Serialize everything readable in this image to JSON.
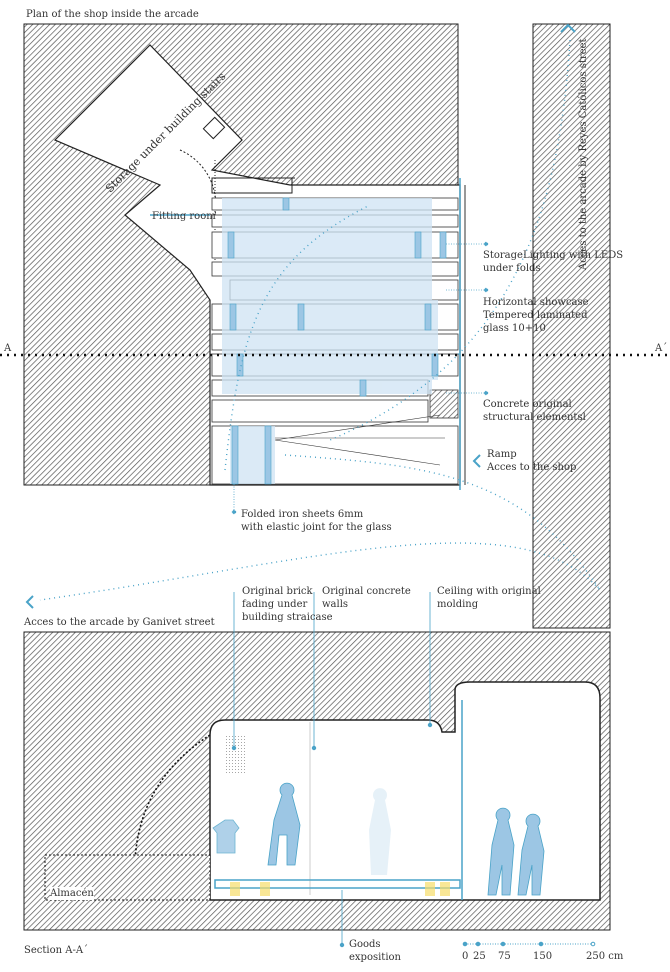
{
  "plan": {
    "title": "Plan of the shop inside the arcade",
    "storage_label": "Storage under building stairs",
    "fitting_room": "Fitting room",
    "street_right": "Acces to the arcade by Reyes Católicos street",
    "street_left": "Acces to the arcade by Ganivet street",
    "section_a": "A",
    "section_a2": "A´",
    "notes": [
      {
        "line1": "StorageLighting with LEDS",
        "line2": "under folds"
      },
      {
        "line1": "Horizontal showcase",
        "line2": "Tempered laminated",
        "line3": "glass 10+10"
      },
      {
        "line1": "Concrete original",
        "line2": "structural elementsl"
      },
      {
        "line1": "Ramp",
        "line2": "Acces to the shop"
      },
      {
        "line1": "Folded iron sheets 6mm",
        "line2": "with elastic joint for the glass"
      }
    ]
  },
  "section": {
    "title": "Section A-A´",
    "storage": "Almacén",
    "notes": [
      {
        "line1": "Original brick",
        "line2": "fading under",
        "line3": "building straicase"
      },
      {
        "line1": "Original concrete",
        "line2": "walls"
      },
      {
        "line1": "Ceiling with original",
        "line2": "molding"
      },
      {
        "line1": "Goods",
        "line2": "exposition"
      }
    ]
  },
  "scale": {
    "ticks": [
      "0",
      "25",
      "75",
      "150",
      "250 cm"
    ]
  },
  "colors": {
    "accent": "#4aa3c8",
    "glass": "#cfe3f4",
    "line": "#333333"
  }
}
